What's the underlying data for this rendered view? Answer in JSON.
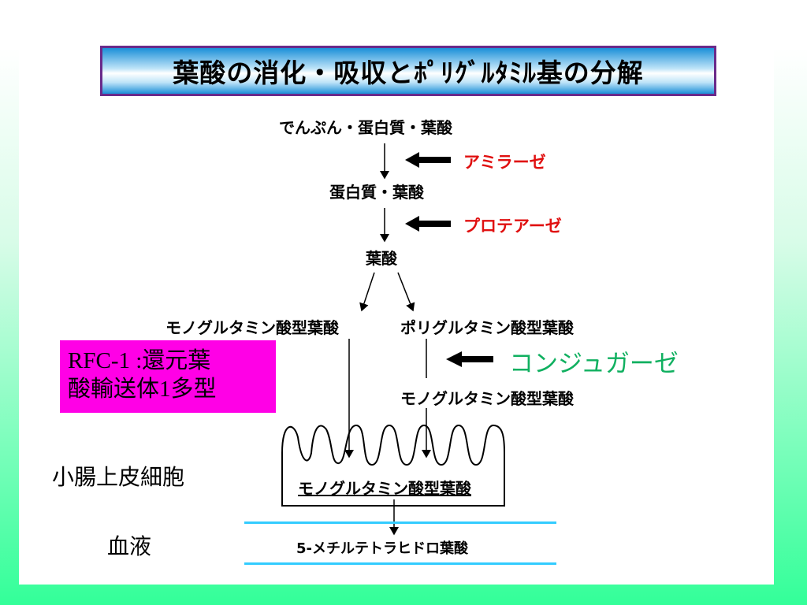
{
  "title": "葉酸の消化・吸収とﾎﾟﾘｸﾞﾙﾀﾐﾙ基の分解",
  "nodes": {
    "start": "でんぷん・蛋白質・葉酸",
    "protein_folate": "蛋白質・葉酸",
    "folate": "葉酸",
    "mono_glutamate": "モノグルタミン酸型葉酸",
    "poly_glutamate": "ポリグルタミン酸型葉酸",
    "mono_after_conjugase": "モノグルタミン酸型葉酸",
    "cell_mono": "モノグルタミン酸型葉酸",
    "blood_product": "5-メチルテトラヒドロ葉酸"
  },
  "enzymes": {
    "amylase": "アミラーゼ",
    "protease": "プロテアーゼ",
    "conjugase": "コンジュガーゼ"
  },
  "transporter": {
    "line1": "RFC-1 :還元葉",
    "line2": "酸輸送体1多型"
  },
  "labels": {
    "intestinal_cell": "小腸上皮細胞",
    "blood": "血液"
  },
  "colors": {
    "title_border": "#6a2a8a",
    "enzyme_red": "#e01010",
    "enzyme_green": "#10b060",
    "transporter_bg": "#ff00e6",
    "blood_lines": "#33ccff"
  }
}
